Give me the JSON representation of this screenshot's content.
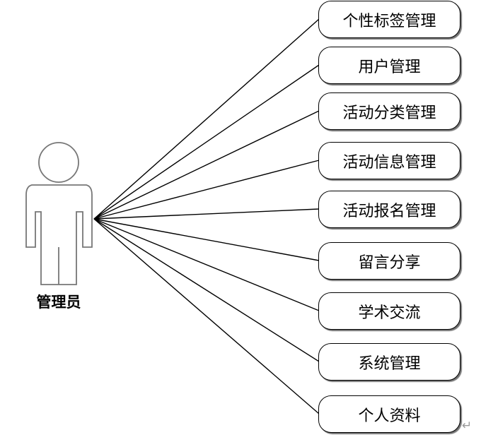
{
  "actor": {
    "label": "管理员",
    "icon": "stick-figure-actor-icon"
  },
  "use_cases": [
    {
      "label": "个性标签管理"
    },
    {
      "label": "用户管理"
    },
    {
      "label": "活动分类管理"
    },
    {
      "label": "活动信息管理"
    },
    {
      "label": "活动报名管理"
    },
    {
      "label": "留言分享"
    },
    {
      "label": "学术交流"
    },
    {
      "label": "系统管理"
    },
    {
      "label": "个人资料"
    }
  ],
  "paragraph_mark": "↵"
}
